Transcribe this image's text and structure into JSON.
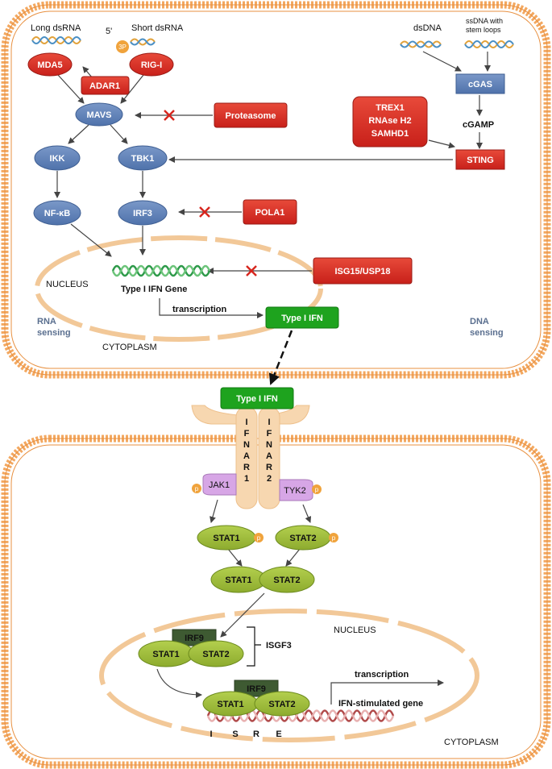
{
  "top": {
    "long_dsrna": "Long dsRNA",
    "short_dsrna": "Short dsRNA",
    "five_prime": "5'",
    "three_p": "3P",
    "dsdna": "dsDNA",
    "ssdna_line1": "ssDNA with",
    "ssdna_line2": "stem loops",
    "mda5": "MDA5",
    "rigi": "RIG-I",
    "adar1": "ADAR1",
    "mavs": "MAVS",
    "proteasome": "Proteasome",
    "cgas": "cGAS",
    "trex1": "TREX1",
    "rnase_h2": "RNAse H2",
    "samhd1": "SAMHD1",
    "cgamp": "cGAMP",
    "sting": "STING",
    "ikk": "IKK",
    "tbk1": "TBK1",
    "nfkb": "NF-κB",
    "irf3": "IRF3",
    "pola1": "POLA1",
    "nucleus": "NUCLEUS",
    "ifn_gene": "Type I IFN Gene",
    "isg15": "ISG15/USP18",
    "transcription": "transcription",
    "type1ifn": "Type I IFN",
    "rna_sensing_1": "RNA",
    "rna_sensing_2": "sensing",
    "dna_sensing_1": "DNA",
    "dna_sensing_2": "sensing",
    "cytoplasm": "CYTOPLASM"
  },
  "bottom": {
    "type1ifn": "Type I IFN",
    "ifnar1_letters": [
      "I",
      "F",
      "N",
      "A",
      "R",
      "1"
    ],
    "ifnar2_letters": [
      "I",
      "F",
      "N",
      "A",
      "R",
      "2"
    ],
    "jak1": "JAK1",
    "tyk2": "TYK2",
    "p": "p",
    "stat1": "STAT1",
    "stat2": "STAT2",
    "nucleus": "NUCLEUS",
    "irf9": "IRF9",
    "isgf3": "ISGF3",
    "transcription": "transcription",
    "isg": "IFN-stimulated gene",
    "isre_letters": [
      "I",
      "S",
      "R",
      "E"
    ],
    "cytoplasm": "CYTOPLASM"
  },
  "colors": {
    "red": "#d7261e",
    "blue": "#5b7fb8",
    "green": "#1ea31e",
    "olive": "#9dbb3a",
    "dark_olive": "#3e5a32",
    "membrane": "#f3a860",
    "nucleus": "#f2c898",
    "lilac": "#d7a6e6",
    "phospho": "#f0a33c"
  }
}
